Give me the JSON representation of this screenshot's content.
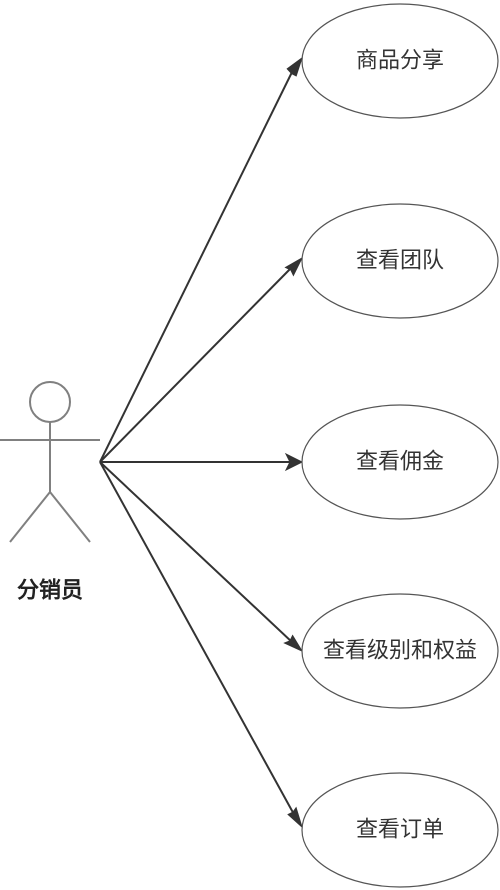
{
  "actor": {
    "label": "分销员"
  },
  "use_cases": [
    {
      "id": "share",
      "label": "商品分享"
    },
    {
      "id": "team",
      "label": "查看团队"
    },
    {
      "id": "commission",
      "label": "查看佣金"
    },
    {
      "id": "level",
      "label": "查看级别和权益"
    },
    {
      "id": "orders",
      "label": "查看订单"
    }
  ]
}
